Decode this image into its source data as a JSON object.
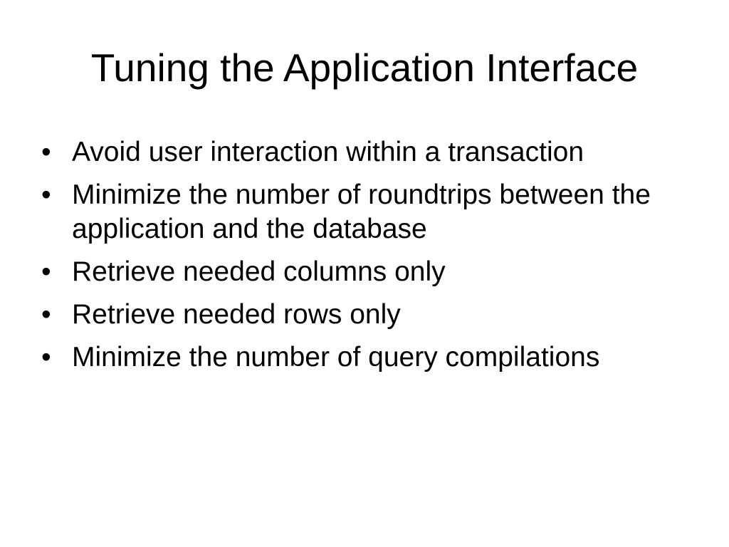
{
  "slide": {
    "title": "Tuning the Application Interface",
    "bullet_symbol": "•",
    "bullets": [
      {
        "text": "Avoid user interaction within a transaction"
      },
      {
        "text": "Minimize the number of roundtrips between the application and the database"
      },
      {
        "text": "Retrieve needed columns only"
      },
      {
        "text": "Retrieve needed rows only"
      },
      {
        "text": "Minimize the number of query compilations"
      }
    ],
    "colors": {
      "background": "#ffffff",
      "text": "#000000"
    }
  }
}
